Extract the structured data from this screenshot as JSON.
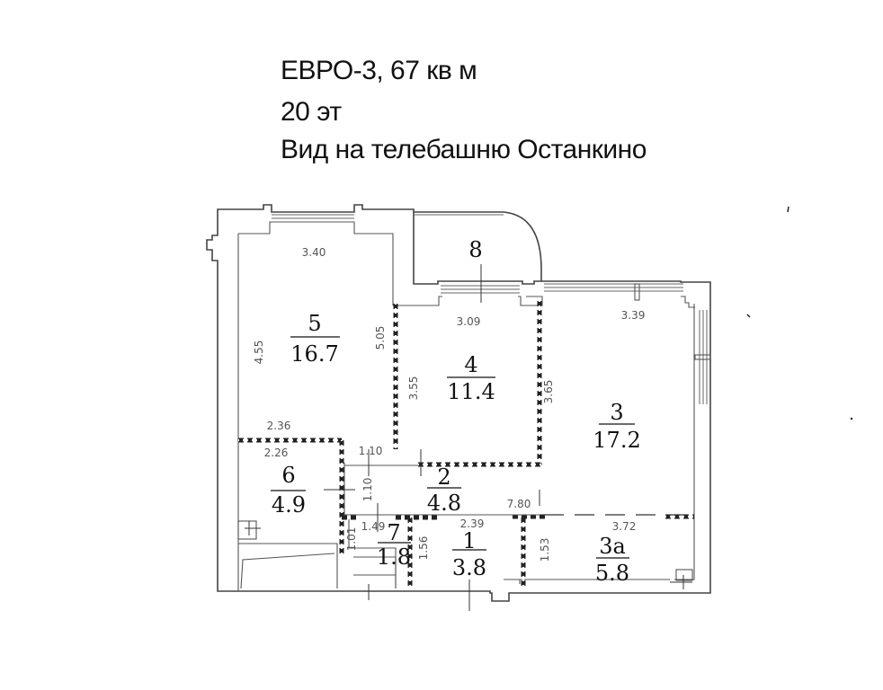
{
  "header": {
    "line1": "ЕВРО-3, 67 кв м",
    "line2": "20 эт",
    "line3": "Вид на телебашню Останкино"
  },
  "rooms": [
    {
      "id": "5",
      "area": "16.7"
    },
    {
      "id": "4",
      "area": "11.4"
    },
    {
      "id": "3",
      "area": "17.2"
    },
    {
      "id": "6",
      "area": "4.9"
    },
    {
      "id": "2",
      "area": "4.8"
    },
    {
      "id": "7",
      "area": "1.8"
    },
    {
      "id": "1",
      "area": "3.8"
    },
    {
      "id": "3а",
      "area": "5.8"
    },
    {
      "id": "8",
      "area": ""
    }
  ],
  "dimensions": {
    "room5_width": "3.40",
    "room5_left": "4.55",
    "room5_right": "5.05",
    "room5_bottom": "2.36",
    "room4_width": "3.09",
    "room4_left": "3.55",
    "room4_right": "3.65",
    "room3_width": "3.39",
    "room6_width": "2.26",
    "corridor_width": "1.10",
    "corridor_height": "1.10",
    "room7_width": "1.49",
    "room7_height": "1.01",
    "room1_height": "1.56",
    "room1_width": "2.39",
    "hall_length": "7.80",
    "room3a_width": "3.72",
    "room3a_height": "1.53"
  }
}
